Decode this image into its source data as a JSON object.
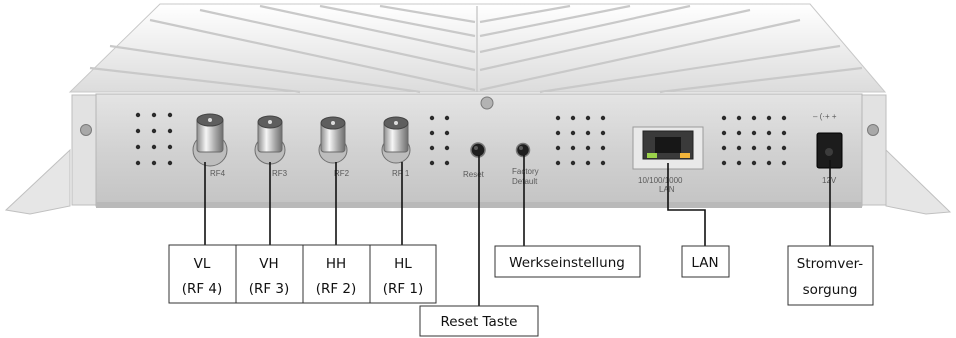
{
  "device": {
    "port_labels": {
      "rf4": "RF4",
      "rf3": "RF3",
      "rf2": "RF2",
      "rf1": "RF 1",
      "reset": "Reset",
      "factory_line1": "Factory",
      "factory_line2": "Default",
      "lan_line1": "10/100/1000",
      "lan_line2": "LAN",
      "power_symbol": "– (·+ +",
      "power_voltage": "12V"
    }
  },
  "callouts": {
    "vl": {
      "line1": "VL",
      "line2": "(RF 4)"
    },
    "vh": {
      "line1": "VH",
      "line2": "(RF 3)"
    },
    "hh": {
      "line1": "HH",
      "line2": "(RF 2)"
    },
    "hl": {
      "line1": "HL",
      "line2": "(RF 1)"
    },
    "reset": {
      "label": "Reset Taste"
    },
    "factory": {
      "label": "Werkseinstellung"
    },
    "lan": {
      "label": "LAN"
    },
    "power": {
      "line1": "Stromver-",
      "line2": "sorgung"
    }
  },
  "colors": {
    "panel": "#d8d8d8",
    "housing": "#eeeeee",
    "lan_led_green": "#9bd24a",
    "lan_led_amber": "#f2b43a"
  }
}
